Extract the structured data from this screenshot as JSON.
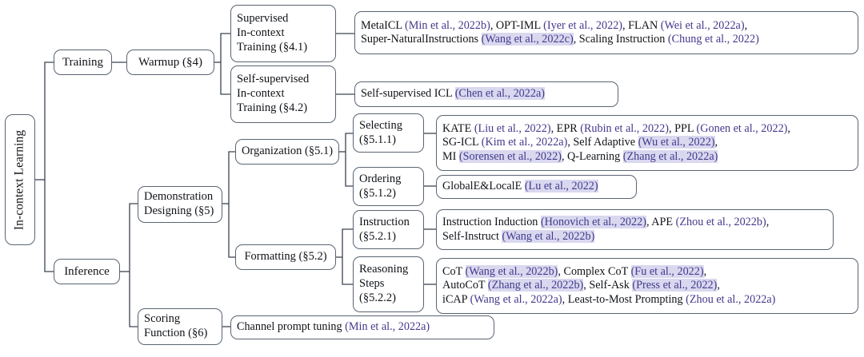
{
  "diagram": {
    "title": "In-context Learning taxonomy",
    "type": "tree-taxonomy",
    "colors": {
      "box_border": "#5a6472",
      "box_fill": "#ffffff",
      "text": "#111318",
      "citation": "#43398c",
      "citation_highlight_bg": "#d9d8ef",
      "connector": "#3b4350"
    }
  },
  "root": {
    "label": "In-context Learning"
  },
  "branches": {
    "training": {
      "label": "Training"
    },
    "inference": {
      "label": "Inference"
    }
  },
  "level2": {
    "warmup": {
      "line1": "Warmup (§4)"
    },
    "demonstration_designing": {
      "line1": "Demonstration",
      "line2": "Designing (§5)"
    },
    "scoring_function": {
      "line1": "Scoring",
      "line2": "Function (§6)"
    }
  },
  "level3": {
    "supervised_ict": {
      "line1": "Supervised",
      "line2": "In-context",
      "line3": "Training (§4.1)"
    },
    "self_supervised_ict": {
      "line1": "Self-supervised",
      "line2": "In-context",
      "line3": "Training (§4.2)"
    },
    "organization": {
      "line1": "Organization (§5.1)"
    },
    "formatting": {
      "line1": "Formatting (§5.2)"
    }
  },
  "level4": {
    "selecting": {
      "line1": "Selecting",
      "line2": "(§5.1.1)"
    },
    "ordering": {
      "line1": "Ordering",
      "line2": "(§5.1.2)"
    },
    "instruction": {
      "line1": "Instruction",
      "line2": "(§5.2.1)"
    },
    "reasoning_steps": {
      "line1": "Reasoning",
      "line2": "Steps",
      "line3": "(§5.2.2)"
    }
  },
  "leaves": {
    "supervised_ict_methods": {
      "lines": [
        [
          {
            "t": "MetaICL ",
            "s": "plain"
          },
          {
            "t": "(Min et al., 2022b)",
            "s": "cite"
          },
          {
            "t": ", OPT-IML ",
            "s": "plain"
          },
          {
            "t": "(Iyer et al., 2022)",
            "s": "cite"
          },
          {
            "t": ", FLAN ",
            "s": "plain"
          },
          {
            "t": "(Wei et al., 2022a)",
            "s": "cite"
          },
          {
            "t": ",",
            "s": "plain"
          }
        ],
        [
          {
            "t": "Super-NaturalInstructions ",
            "s": "plain"
          },
          {
            "t": "(Wang et al., 2022c)",
            "s": "hl"
          },
          {
            "t": ", Scaling Instruction ",
            "s": "plain"
          },
          {
            "t": "(Chung et al., 2022)",
            "s": "cite"
          }
        ]
      ]
    },
    "self_supervised_ict_methods": {
      "lines": [
        [
          {
            "t": "Self-supervised ICL  ",
            "s": "plain"
          },
          {
            "t": "(Chen et al., 2022a)",
            "s": "hl"
          }
        ]
      ]
    },
    "selecting_methods": {
      "lines": [
        [
          {
            "t": "KATE ",
            "s": "plain"
          },
          {
            "t": "(Liu et al., 2022)",
            "s": "cite"
          },
          {
            "t": ", EPR ",
            "s": "plain"
          },
          {
            "t": "(Rubin et al., 2022)",
            "s": "cite"
          },
          {
            "t": ", PPL ",
            "s": "plain"
          },
          {
            "t": "(Gonen et al., 2022)",
            "s": "cite"
          },
          {
            "t": ",",
            "s": "plain"
          }
        ],
        [
          {
            "t": "SG-ICL ",
            "s": "plain"
          },
          {
            "t": "(Kim et al., 2022a)",
            "s": "cite"
          },
          {
            "t": ", Self Adaptive ",
            "s": "plain"
          },
          {
            "t": "(Wu et al., 2022)",
            "s": "hl"
          },
          {
            "t": ",",
            "s": "plain"
          }
        ],
        [
          {
            "t": "MI ",
            "s": "plain"
          },
          {
            "t": "(Sorensen et al., 2022)",
            "s": "hl"
          },
          {
            "t": ", Q-Learning ",
            "s": "plain"
          },
          {
            "t": "(Zhang et al., 2022a)",
            "s": "hl"
          }
        ]
      ]
    },
    "ordering_methods": {
      "lines": [
        [
          {
            "t": "GlobalE&LocalE ",
            "s": "plain"
          },
          {
            "t": "(Lu et al., 2022)",
            "s": "hl"
          }
        ]
      ]
    },
    "instruction_methods": {
      "lines": [
        [
          {
            "t": "Instruction Induction ",
            "s": "plain"
          },
          {
            "t": "(Honovich et al., 2022)",
            "s": "hl"
          },
          {
            "t": ", APE ",
            "s": "plain"
          },
          {
            "t": "(Zhou et al., 2022b)",
            "s": "cite"
          },
          {
            "t": ",",
            "s": "plain"
          }
        ],
        [
          {
            "t": "Self-Instruct ",
            "s": "plain"
          },
          {
            "t": "(Wang et al., 2022b)",
            "s": "hl"
          }
        ]
      ]
    },
    "reasoning_steps_methods": {
      "lines": [
        [
          {
            "t": "CoT ",
            "s": "plain"
          },
          {
            "t": "(Wang et al., 2022b)",
            "s": "hl"
          },
          {
            "t": ", Complex CoT ",
            "s": "plain"
          },
          {
            "t": "(Fu et al., 2022)",
            "s": "hl"
          },
          {
            "t": ",",
            "s": "plain"
          }
        ],
        [
          {
            "t": "AutoCoT ",
            "s": "plain"
          },
          {
            "t": "(Zhang et al., 2022b)",
            "s": "hl"
          },
          {
            "t": ", Self-Ask ",
            "s": "plain"
          },
          {
            "t": "(Press et al., 2022)",
            "s": "hl"
          },
          {
            "t": ",",
            "s": "plain"
          }
        ],
        [
          {
            "t": "iCAP ",
            "s": "plain"
          },
          {
            "t": "(Wang et al., 2022a)",
            "s": "cite"
          },
          {
            "t": ", Least-to-Most Prompting ",
            "s": "plain"
          },
          {
            "t": "(Zhou et al., 2022a)",
            "s": "cite"
          }
        ]
      ]
    },
    "scoring_function_methods": {
      "lines": [
        [
          {
            "t": "Channel prompt tuning  ",
            "s": "plain"
          },
          {
            "t": "(Min et al., 2022a)",
            "s": "cite"
          }
        ]
      ]
    }
  }
}
